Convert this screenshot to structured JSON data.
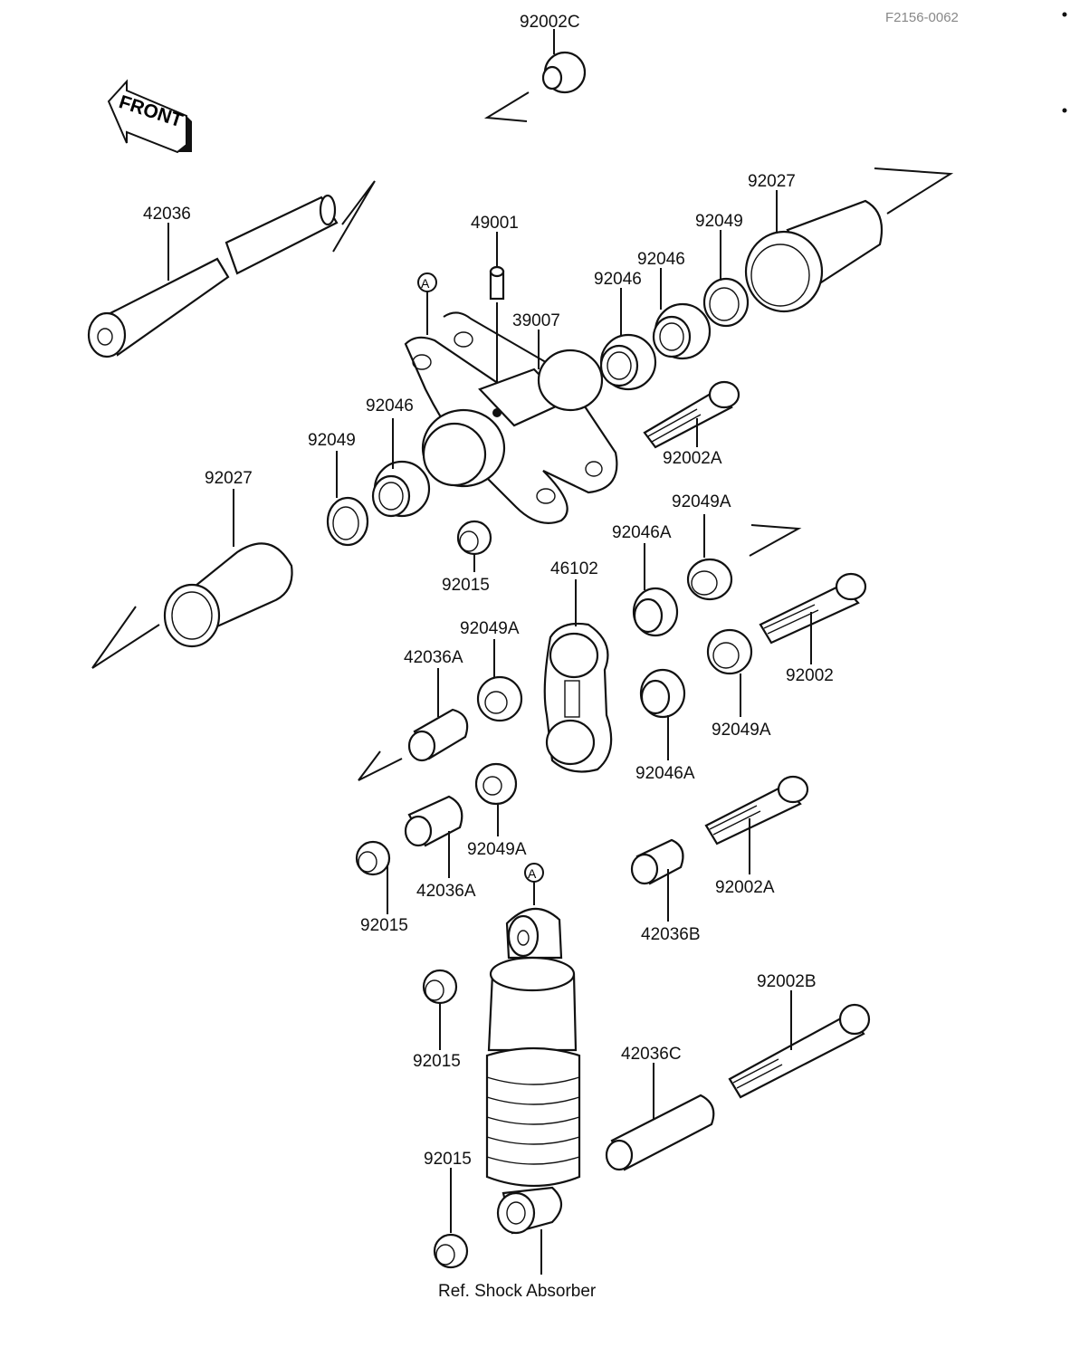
{
  "figure_code": "F2156-0062",
  "front_label": "FRONT",
  "ref_marker": "A",
  "caption": "Ref. Shock Absorber",
  "labels": {
    "p92002C": "92002C",
    "p42036": "42036",
    "p49001": "49001",
    "p39007": "39007",
    "p92027_top": "92027",
    "p92049_top": "92049",
    "p92046_a": "92046",
    "p92046_b": "92046",
    "p92046_c": "92046",
    "p92049_left": "92049",
    "p92027_left": "92027",
    "p92002A_top": "92002A",
    "p92049A_top": "92049A",
    "p92046A_top": "92046A",
    "p92015_top": "92015",
    "p46102": "46102",
    "p92049A_mid": "92049A",
    "p42036A_top": "42036A",
    "p92002": "92002",
    "p92049A_right": "92049A",
    "p92046A_bot": "92046A",
    "p92049A_low": "92049A",
    "p42036A_low": "42036A",
    "p92015_mid": "92015",
    "p92002A_low": "92002A",
    "p42036B": "42036B",
    "p92015_low": "92015",
    "p92002B": "92002B",
    "p42036C": "42036C",
    "p92015_bot": "92015"
  }
}
